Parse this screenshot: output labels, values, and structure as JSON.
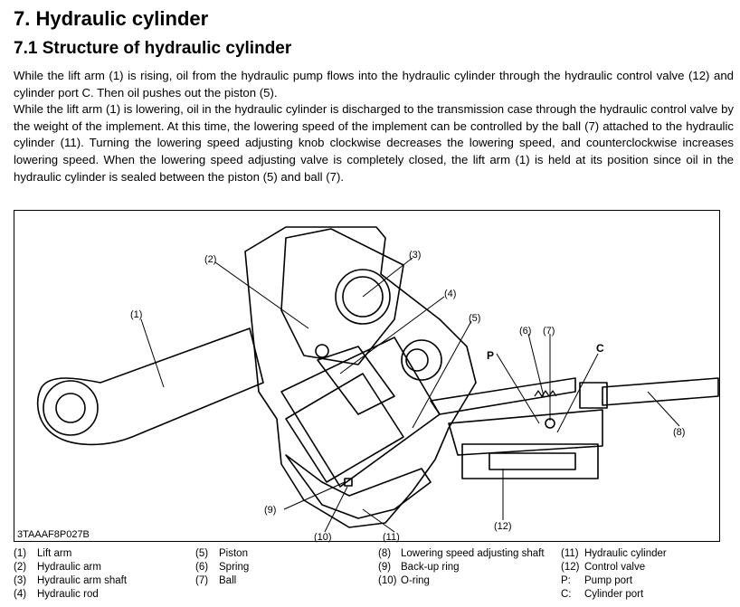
{
  "heading": "7. Hydraulic cylinder",
  "subheading": "7.1 Structure of hydraulic cylinder",
  "paragraphs": [
    "While the lift arm (1) is rising, oil from the hydraulic pump flows into the hydraulic cylinder through the hydraulic control valve (12) and cylinder port C. Then oil pushes out the piston (5).",
    "While the lift arm (1) is lowering, oil in the hydraulic cylinder is discharged to the transmission case through the hydraulic control valve by the weight of the implement. At this time, the lowering speed of the implement can be controlled by the ball (7) attached to the hydraulic cylinder (11). Turning the lowering speed adjusting knob clockwise decreases the lowering speed, and counterclockwise increases lowering speed. When the lowering speed adjusting valve is completely closed, the lift arm (1) is held at its position since oil in the hydraulic cylinder is sealed between the piston (5) and ball (7)."
  ],
  "figure": {
    "code": "3TAAAF8P027B",
    "callouts": {
      "c1": "(1)",
      "c2": "(2)",
      "c3": "(3)",
      "c4": "(4)",
      "c5": "(5)",
      "c6": "(6)",
      "c7": "(7)",
      "c8": "(8)",
      "c9": "(9)",
      "c10": "(10)",
      "c11": "(11)",
      "c12": "(12)",
      "P": "P",
      "C": "C"
    }
  },
  "legend": {
    "col1": [
      {
        "num": "(1)",
        "label": "Lift arm"
      },
      {
        "num": "(2)",
        "label": "Hydraulic arm"
      },
      {
        "num": "(3)",
        "label": "Hydraulic arm shaft"
      },
      {
        "num": "(4)",
        "label": "Hydraulic rod"
      }
    ],
    "col2": [
      {
        "num": "(5)",
        "label": "Piston"
      },
      {
        "num": "(6)",
        "label": "Spring"
      },
      {
        "num": "(7)",
        "label": "Ball"
      }
    ],
    "col3": [
      {
        "num": "(8)",
        "label": "Lowering speed adjusting shaft"
      },
      {
        "num": "(9)",
        "label": "Back-up ring"
      },
      {
        "num": "(10)",
        "label": "O-ring"
      }
    ],
    "col4": [
      {
        "num": "(11)",
        "label": "Hydraulic cylinder"
      },
      {
        "num": "(12)",
        "label": "Control valve"
      },
      {
        "num": "P:",
        "label": "Pump port"
      },
      {
        "num": "C:",
        "label": "Cylinder port"
      }
    ]
  }
}
